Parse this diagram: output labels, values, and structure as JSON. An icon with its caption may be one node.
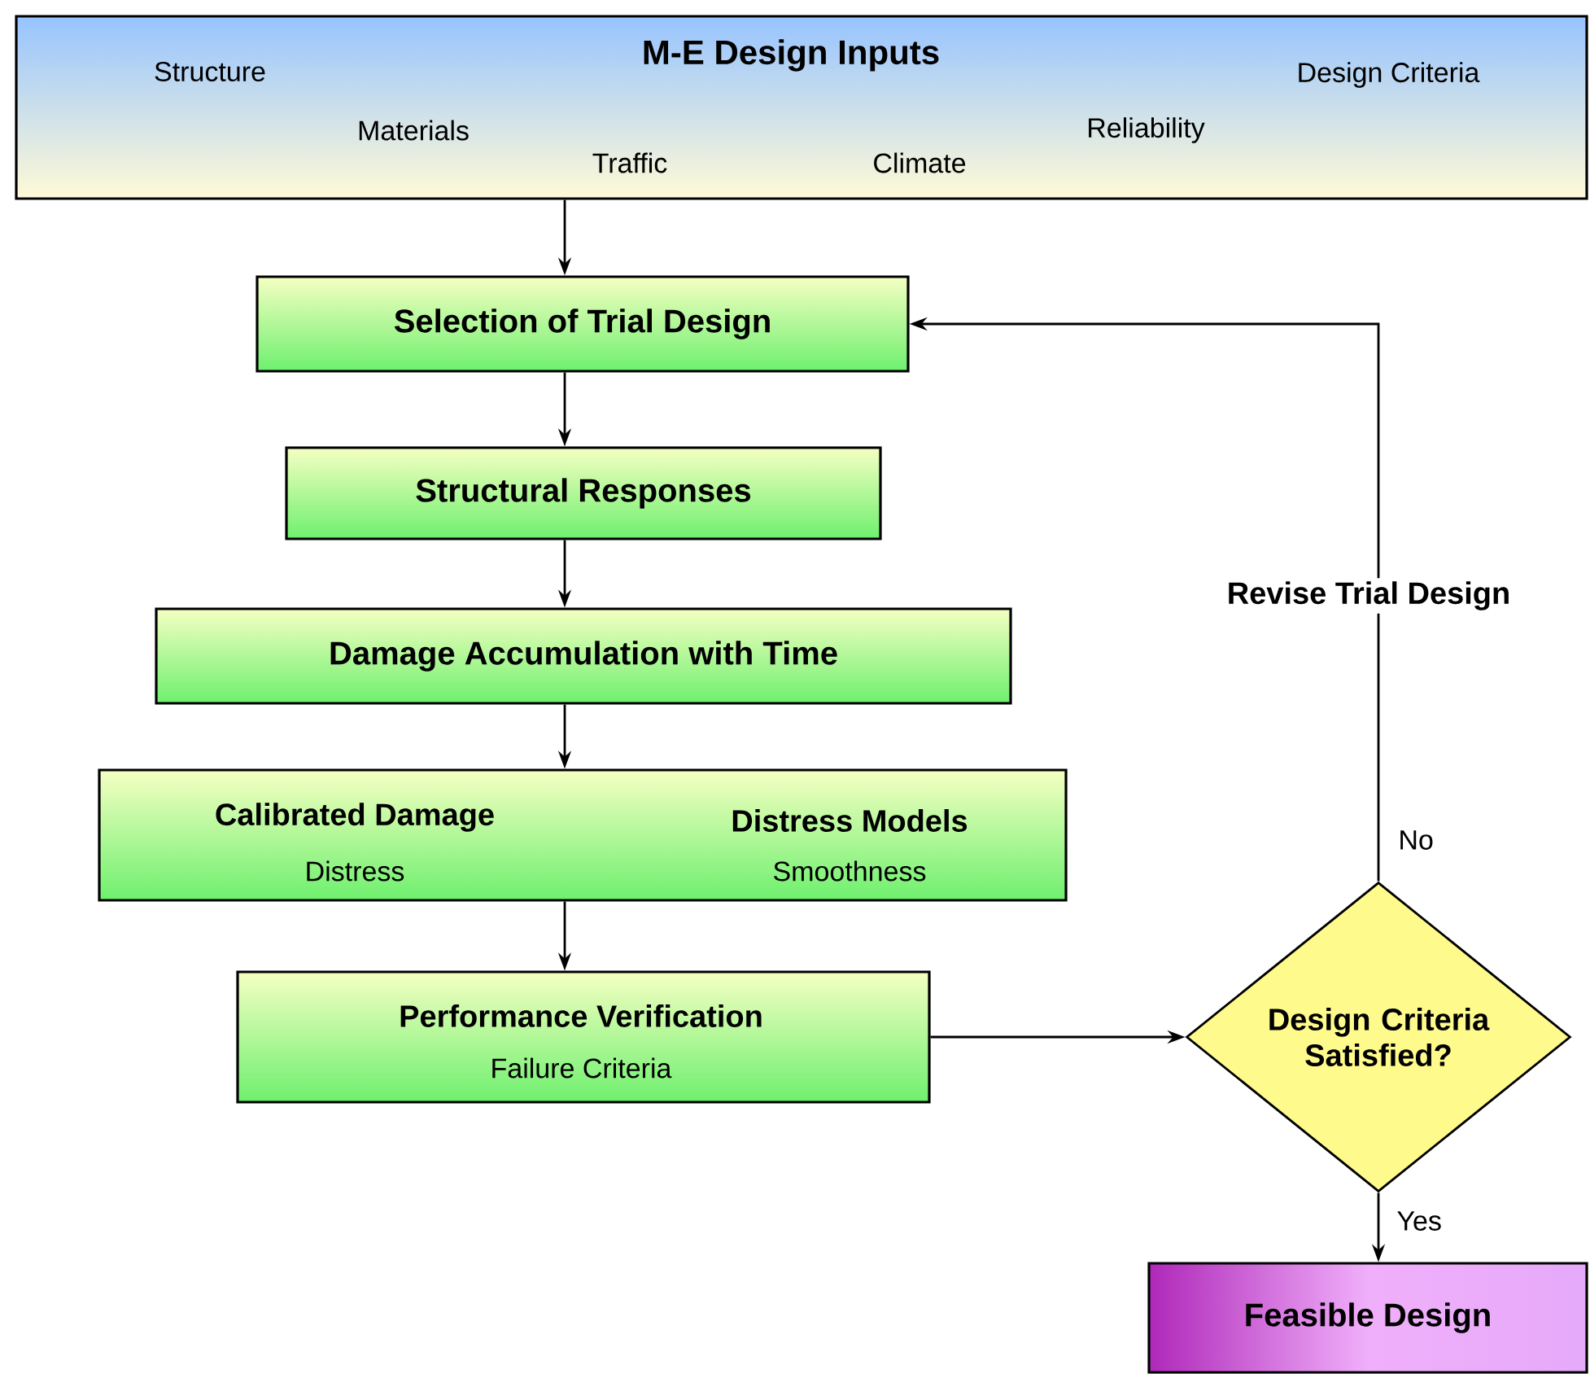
{
  "diagram": {
    "nodes": [
      {
        "text": [
          "M-E Design Inputs",
          "Structure",
          "Materials",
          "Traffic",
          "Climate",
          "Reliability",
          "Design Criteria"
        ]
      },
      {
        "text": [
          "Selection of Trial Design"
        ]
      },
      {
        "text": [
          "Structural Responses"
        ]
      },
      {
        "text": [
          "Damage Accumulation with Time"
        ]
      },
      {
        "text": [
          "Calibrated Damage",
          "Distress Models",
          "Distress",
          "Smoothness"
        ]
      },
      {
        "text": [
          "Performance Verification",
          "Failure Criteria"
        ]
      },
      {
        "text": [
          "Design Criteria Satisfied?"
        ]
      },
      {
        "text": [
          "Feasible Design"
        ]
      }
    ],
    "edges": [
      {
        "from": 0,
        "to": 1,
        "arrow": "to"
      },
      {
        "from": 1,
        "to": 2,
        "arrow": "to"
      },
      {
        "from": 2,
        "to": 3,
        "arrow": "to"
      },
      {
        "from": 3,
        "to": 4,
        "arrow": "to"
      },
      {
        "from": 4,
        "to": 5,
        "arrow": "to"
      },
      {
        "from": 5,
        "to": 6,
        "arrow": "to"
      },
      {
        "from": 6,
        "to": 1,
        "arrow": "to",
        "label": "Revise Trial Design"
      },
      {
        "from": 6,
        "to": 7,
        "arrow": "to",
        "label": "Yes"
      }
    ],
    "labels": [
      "No"
    ]
  }
}
